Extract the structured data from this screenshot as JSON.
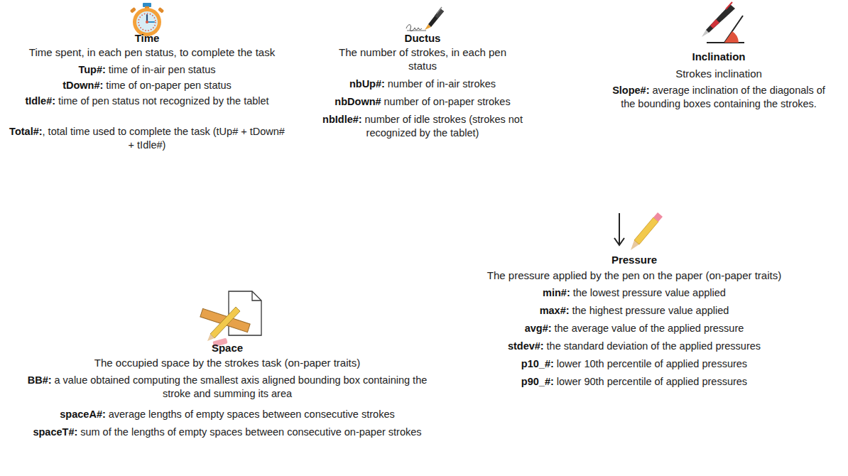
{
  "diagram": {
    "labels": [
      "Time",
      "Time spent, in each pen status, to complete the task",
      "Tup#:",
      "time of in-air pen status",
      "tDown#:",
      "time of on-paper pen status",
      "tIdle#:",
      "time of pen status not recognized by the tablet",
      "Total#:",
      ", total time used to complete the task (tUp# + tDown# + tIdle#)",
      "Ductus",
      "The number of strokes, in each pen status",
      "nbUp#:",
      "number of in-air strokes",
      "nbDown#",
      "number of on-paper strokes",
      "nbIdle#:",
      "number of idle strokes (strokes not recognized by the tablet)",
      "Inclination",
      "Strokes inclination",
      "Slope#:",
      "average inclination of the diagonals of the bounding boxes containing the strokes.",
      "Space",
      "The occupied space by the strokes task (on-paper traits)",
      "BB#:",
      "a value obtained computing the smallest axis aligned bounding box containing the stroke and summing its area",
      "spaceA#:",
      "average lengths of empty spaces between consecutive strokes",
      "spaceT#:",
      "sum of the lengths of empty spaces between consecutive on-paper strokes",
      "Pressure",
      "The pressure applied by the pen on the paper (on-paper traits)",
      "min#:",
      "the lowest pressure value applied",
      "max#:",
      "the highest pressure value applied",
      "avg#:",
      "the average value of the applied pressure",
      "stdev#:",
      "the standard deviation of the applied pressures",
      "p10_#:",
      "lower 10th percentile of applied pressures",
      "p90_#:",
      "lower 90th percentile of applied pressures"
    ]
  }
}
